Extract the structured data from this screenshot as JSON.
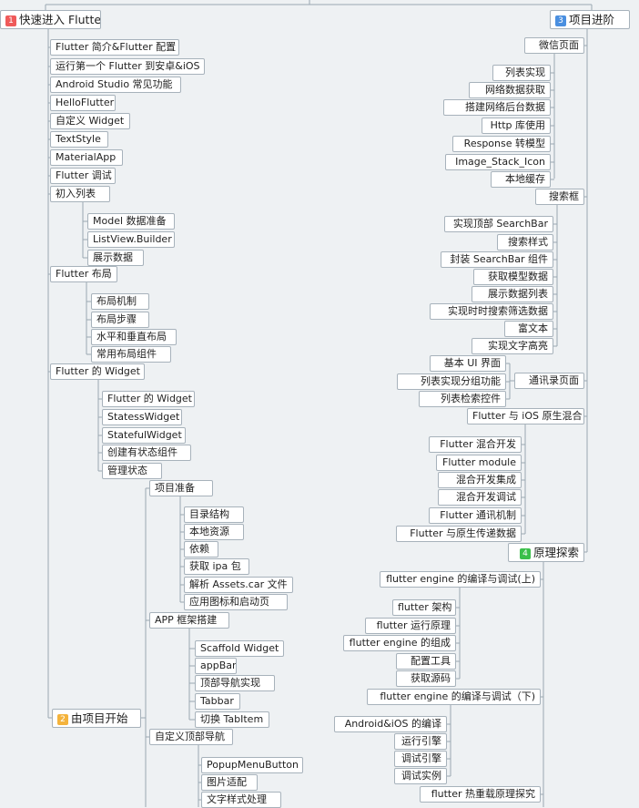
{
  "colors": {
    "badge1": "#ef5a5a",
    "badge2": "#f4b33c",
    "badge3": "#4a8fe0",
    "badge4": "#3bbf4a"
  },
  "branches": [
    {
      "badge": "1",
      "badge_color": "badge1",
      "label": "快速进入 Flutter"
    },
    {
      "badge": "2",
      "badge_color": "badge2",
      "label": "由项目开始"
    },
    {
      "badge": "3",
      "badge_color": "badge3",
      "label": "项目进阶"
    },
    {
      "badge": "4",
      "badge_color": "badge4",
      "label": "原理探索"
    }
  ],
  "b1": {
    "items": [
      "Flutter 简介&Flutter 配置",
      "运行第一个 Flutter 到安卓&iOS",
      "Android Studio 常见功能",
      "HelloFlutter",
      "自定义 Widget",
      "TextStyle",
      "MaterialApp",
      "Flutter 调试",
      "初入列表",
      "Flutter 布局",
      "Flutter 的 Widget"
    ],
    "list": [
      "Model 数据准备",
      "ListView.Builder",
      "展示数据"
    ],
    "layout": [
      "布局机制",
      "布局步骤",
      "水平和垂直布局",
      "常用布局组件"
    ],
    "widget": [
      "Flutter 的 Widget",
      "StatessWidget",
      "StatefulWidget",
      "创建有状态组件",
      "管理状态"
    ]
  },
  "b2": {
    "items": [
      "项目准备",
      "APP 框架搭建",
      "自定义顶部导航"
    ],
    "prep": [
      "目录结构",
      "本地资源",
      "依赖",
      "获取 ipa 包",
      "解析 Assets.car 文件",
      "应用图标和启动页"
    ],
    "frame": [
      "Scaffold Widget",
      "appBar",
      "顶部导航实现",
      "Tabbar",
      "切换 TabItem"
    ],
    "nav": [
      "PopupMenuButton",
      "图片适配",
      "文字样式处理"
    ]
  },
  "b3": {
    "items": [
      "微信页面",
      "搜索框",
      "通讯录页面",
      "Flutter 与 iOS 原生混合"
    ],
    "wechat": [
      "列表实现",
      "网络数据获取",
      "搭建网络后台数据",
      "Http 库使用",
      "Response 转模型",
      "Image_Stack_Icon",
      "本地缓存"
    ],
    "search": [
      "实现顶部 SearchBar",
      "搜索样式",
      "封装 SearchBar 组件",
      "获取模型数据",
      "展示数据列表",
      "实现时时搜索筛选数据",
      "富文本",
      "实现文字高亮"
    ],
    "contacts": [
      "基本 UI 界面",
      "列表实现分组功能",
      "列表检索控件"
    ],
    "hybrid": [
      "Flutter 混合开发",
      "Flutter module",
      "混合开发集成",
      "混合开发调试",
      "Flutter 通讯机制",
      "Flutter 与原生传递数据"
    ]
  },
  "b4": {
    "items": [
      "flutter engine 的编译与调试(上)",
      "flutter engine 的编译与调试（下)",
      "flutter 热重载原理探究"
    ],
    "up": [
      "flutter 架构",
      "flutter 运行原理",
      "flutter engine 的组成",
      "配置工具",
      "获取源码"
    ],
    "down": [
      "Android&iOS 的编译",
      "运行引擎",
      "调试引擎",
      "调试实例"
    ]
  }
}
